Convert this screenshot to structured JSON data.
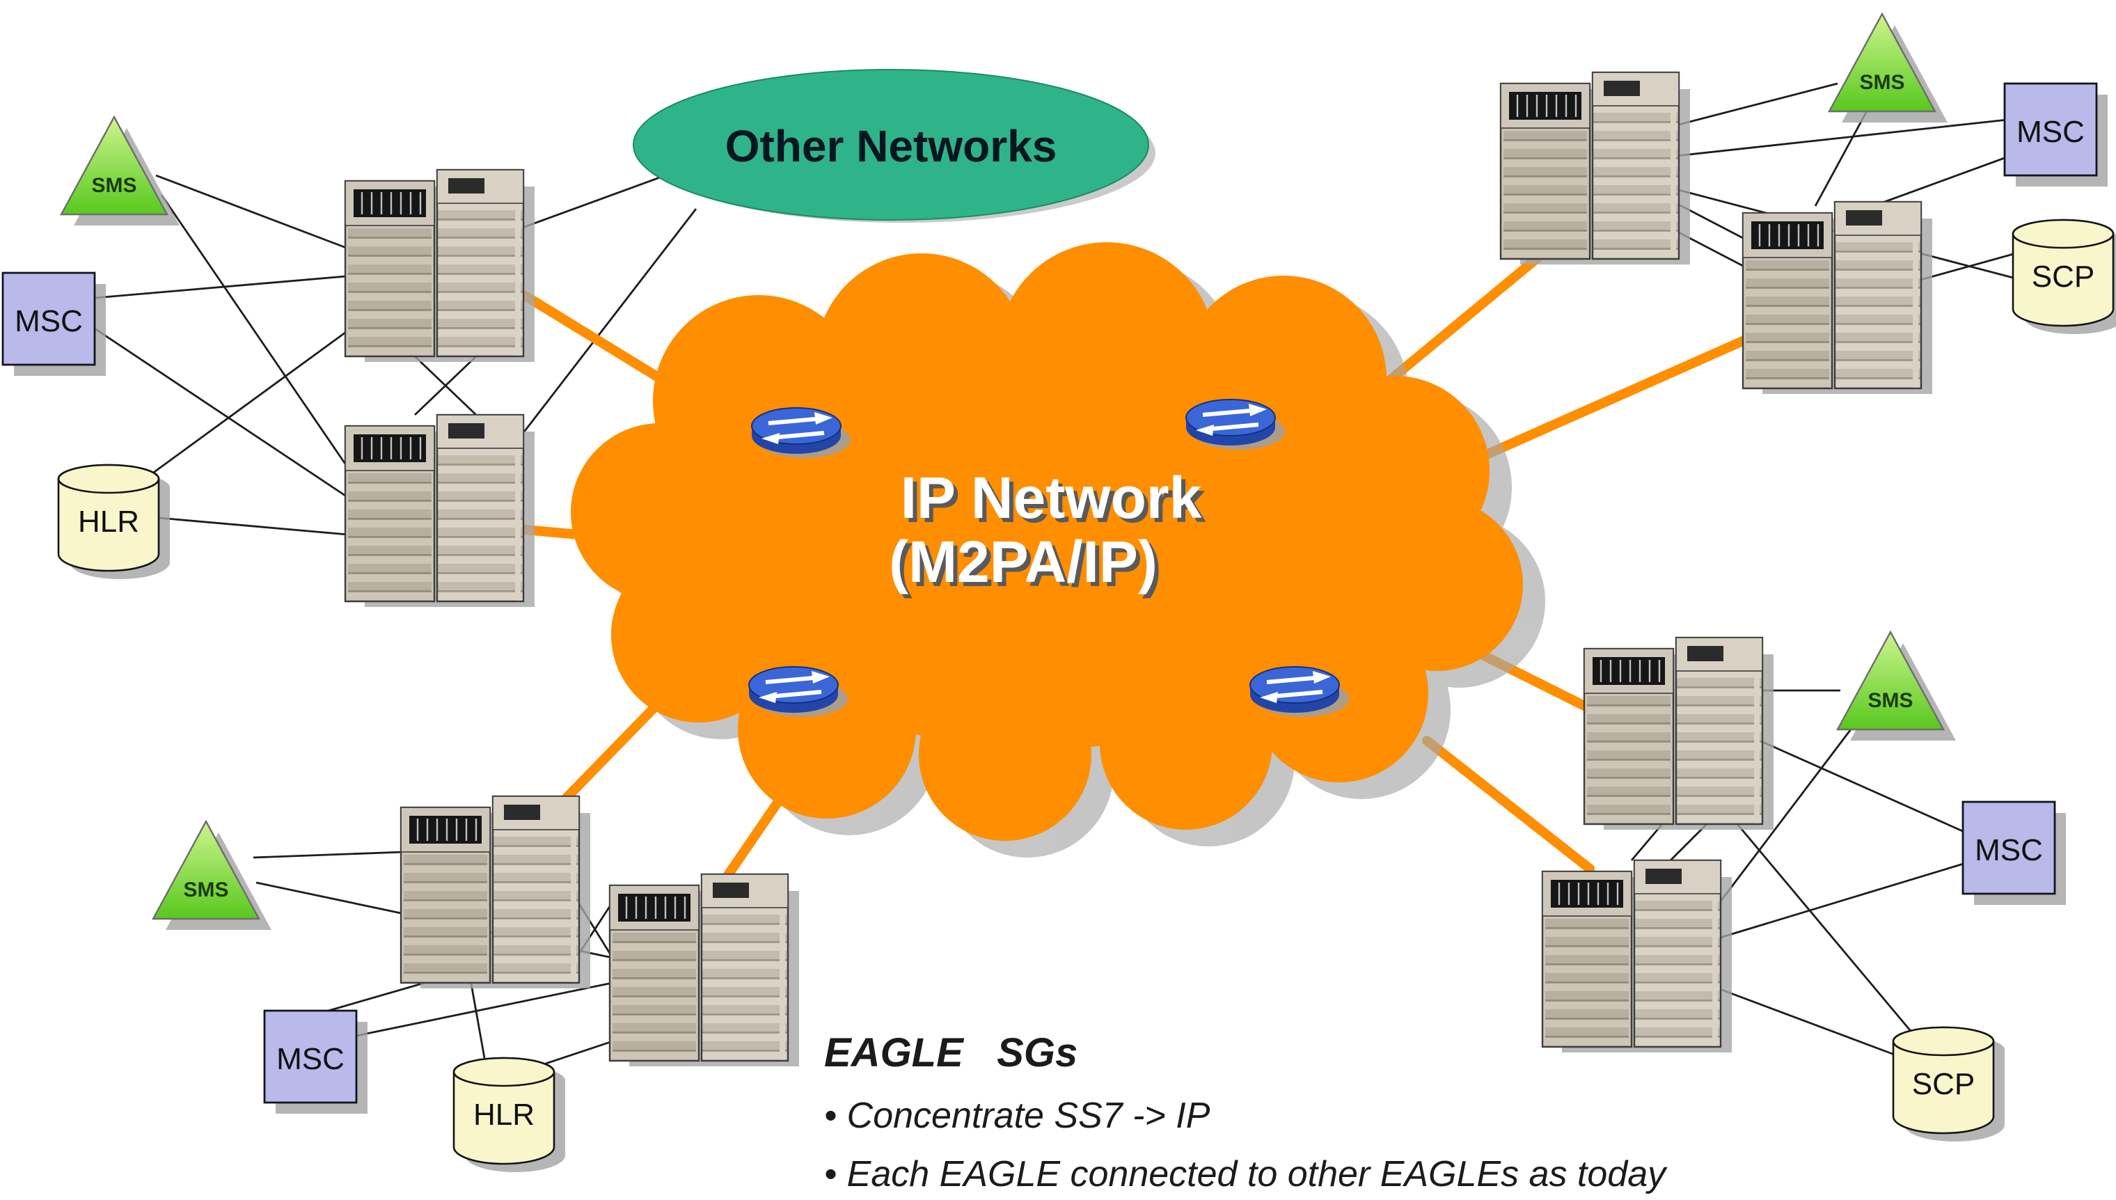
{
  "diagram": {
    "other_networks_label": "Other Networks",
    "cloud_label_line1": "IP Network",
    "cloud_label_line2": "(M2PA/IP)"
  },
  "labels": {
    "sms": "SMS",
    "msc": "MSC",
    "hlr": "HLR",
    "scp": "SCP"
  },
  "caption": {
    "title": "EAGLE   SGs",
    "bullet1": "• Concentrate SS7 -> IP",
    "bullet2": "• Each EAGLE connected to other EAGLEs as today"
  },
  "colors": {
    "cloud_orange": "#FF8E00",
    "other_networks_green": "#2FB389",
    "msc_lavender": "#B9B9EA",
    "database_yellow": "#FAF6CC",
    "router_blue": "#3A66D8",
    "sms_green": "#58C81E"
  }
}
